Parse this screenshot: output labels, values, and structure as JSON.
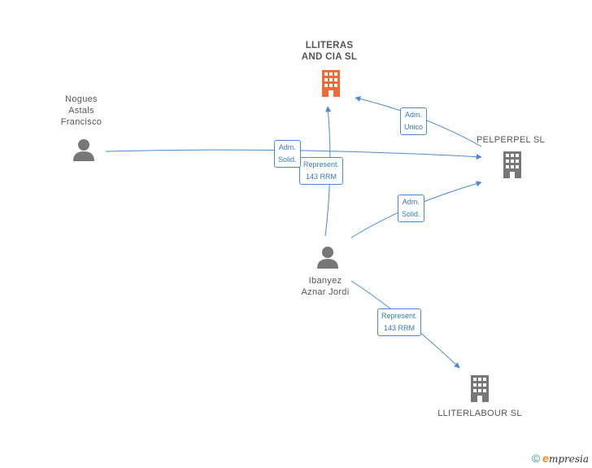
{
  "nodes": {
    "lliteras": {
      "line1": "LLITERAS",
      "line2": "AND CIA SL",
      "type": "company",
      "color": "#f26a35"
    },
    "pelperpel": {
      "label": "PELPERPEL SL",
      "type": "company",
      "color": "#777777"
    },
    "lliterlabour": {
      "label": "LLITERLABOUR SL",
      "type": "company",
      "color": "#777777"
    },
    "nogues": {
      "line1": "Nogues",
      "line2": "Astals",
      "line3": "Francisco",
      "type": "person",
      "color": "#777777"
    },
    "ibanyez": {
      "line1": "Ibanyez",
      "line2": "Aznar Jordi",
      "type": "person",
      "color": "#777777"
    }
  },
  "edges": {
    "pelperpel_lliteras": {
      "line1": "Adm.",
      "line2": "Unico"
    },
    "nogues_pelperpel": {
      "line1": "Adm.",
      "line2": "Solid."
    },
    "ibanyez_lliteras": {
      "line1": "Represent.",
      "line2": "143 RRM"
    },
    "ibanyez_pelperpel": {
      "line1": "Adm.",
      "line2": "Solid."
    },
    "ibanyez_lliterlabour": {
      "line1": "Represent.",
      "line2": "143 RRM"
    }
  },
  "colors": {
    "edge": "#4a8ad4",
    "accent_company": "#f26a35",
    "neutral_icon": "#777777"
  },
  "footer": {
    "copyright": "©",
    "brand_first": "e",
    "brand_rest": "mpresia"
  }
}
